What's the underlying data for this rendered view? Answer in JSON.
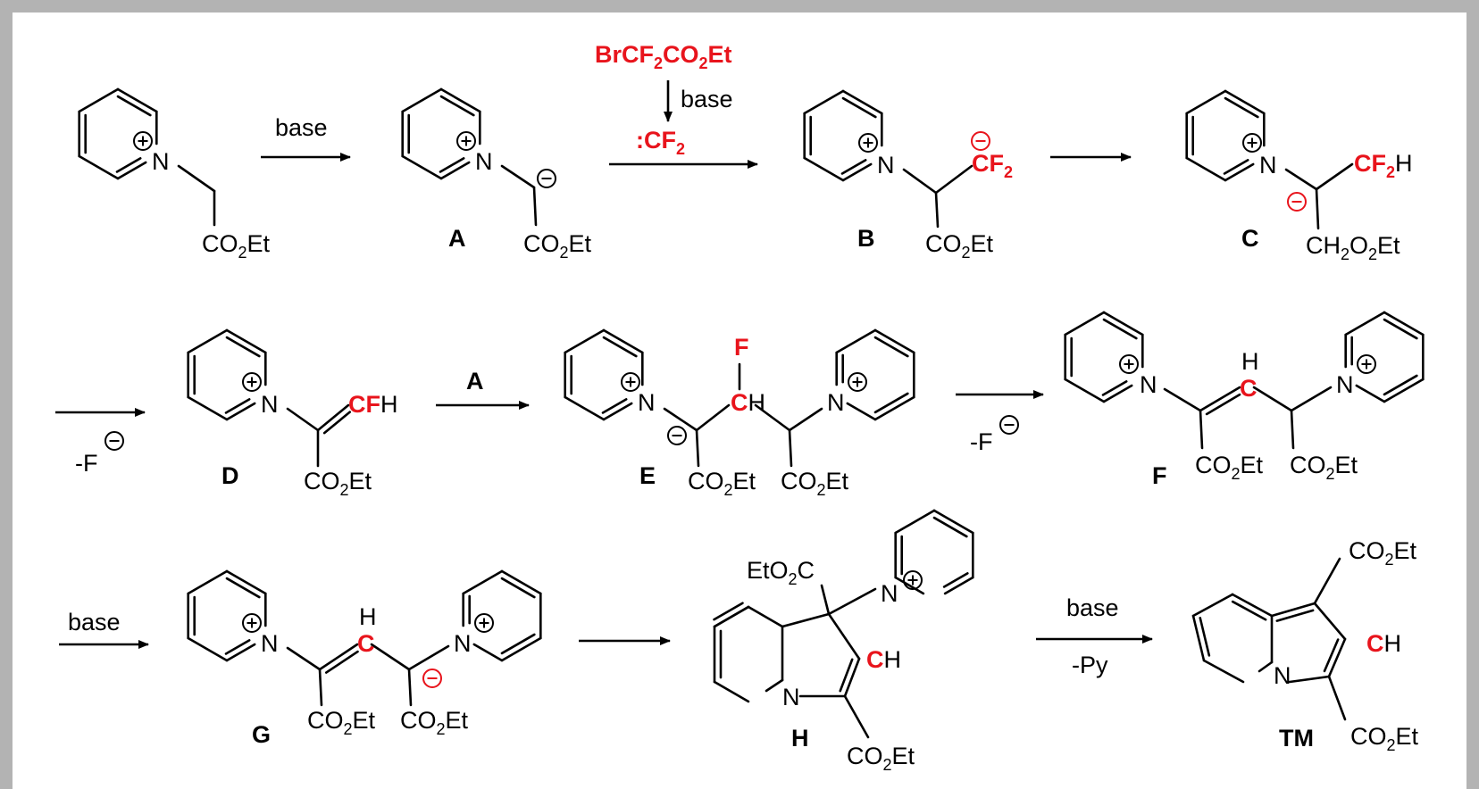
{
  "colors": {
    "frame": "#b3b3b3",
    "highlight": "#e8141c",
    "ink": "#000000"
  },
  "reagents": {
    "base": "base",
    "reagent_main": "BrCF",
    "reagent_sub2": "2",
    "reagent_mid": "CO",
    "reagent_end": "Et",
    "carbene_prefix": ":CF",
    "fluoride_minus": "-F",
    "minus_py": "-Py",
    "reagent_A": "A"
  },
  "groups": {
    "co": "CO",
    "sub2": "2",
    "et": "Et",
    "etoc": "EtO",
    "c": "C",
    "ch": "CH",
    "cf": "CF",
    "f": "F",
    "h": "H",
    "n": "N"
  },
  "labels": {
    "A": "A",
    "B": "B",
    "C": "C",
    "D": "D",
    "E": "E",
    "F": "F",
    "G": "G",
    "H": "H",
    "TM": "TM"
  },
  "charges": {
    "plus": "+",
    "minus": "−"
  }
}
